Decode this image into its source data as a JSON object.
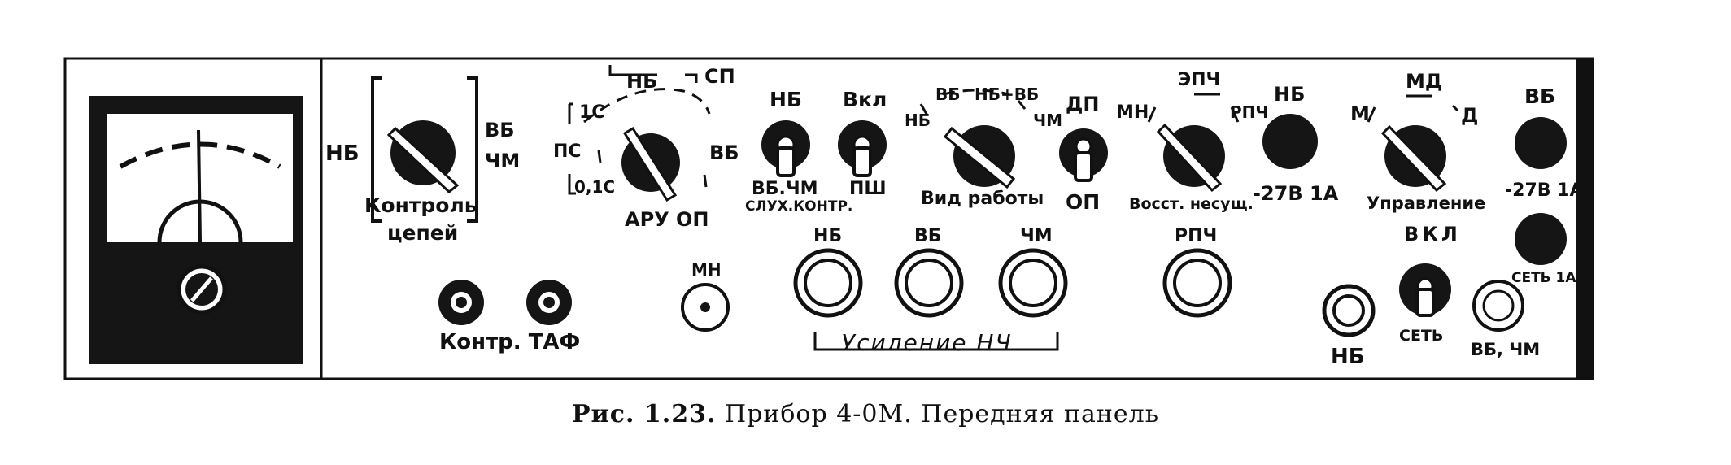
{
  "caption": {
    "figure_number": "Рис. 1.23.",
    "text": "Прибор 4-0М. Передняя панель"
  },
  "panel": {
    "meter": {
      "icons": [
        "pointer-meter-icon",
        "screwdriver-adjust-icon"
      ]
    },
    "circuit_control": {
      "left_label": "НБ",
      "right_top_label": "ВБ",
      "right_bottom_label": "ЧМ",
      "title_line1": "Контроль",
      "title_line2": "цепей"
    },
    "agc": {
      "top_left": "НБ",
      "top_right": "СП",
      "pos_1s": "1С",
      "pos_ps": "ПС",
      "pos_01s": "0,1С",
      "pos_vb": "ВБ",
      "title": "АРУ ОП"
    },
    "toggle_nb": {
      "top_label": "НБ",
      "bottom_label": "ВБ.ЧМ"
    },
    "toggle_on": {
      "top_label": "Вкл",
      "bottom_label": "ПШ"
    },
    "listen_control": "СЛУХ.КОНТР.",
    "mode": {
      "left": "НБ",
      "vb": "ВБ",
      "nbvb": "НБ+ВБ",
      "chm": "ЧМ",
      "title": "Вид работы"
    },
    "op_switch": {
      "top_label": "ДП",
      "bottom_label": "ОП"
    },
    "carrier": {
      "left": "МН",
      "top": "ЭПЧ",
      "right": "РПЧ",
      "title": "Восст. несущ."
    },
    "fuse_nb": {
      "top_label": "НБ",
      "bottom_label": "-27В 1А"
    },
    "control": {
      "left": "М",
      "top": "МД",
      "right": "Д",
      "title": "Управление"
    },
    "fuse_vb": {
      "top_label": "ВБ",
      "bottom_label": "-27В 1А"
    },
    "fuse_net": {
      "label": "СЕТЬ 1А"
    },
    "jacks": {
      "label": "Контр. ТАФ"
    },
    "mn_jack": "МН",
    "gain": {
      "nb": "НБ",
      "vb": "ВБ",
      "chm": "ЧМ",
      "rpch": "РПЧ",
      "title": "Усиление НЧ"
    },
    "power": {
      "top_label": "ВКЛ",
      "bottom_label": "СЕТЬ"
    },
    "lamp_nb": "НБ",
    "lamp_vbchm": "ВБ, ЧМ"
  },
  "colors": {
    "ink": "#111111",
    "paper": "#ffffff",
    "meter_face": "#ffffff"
  }
}
